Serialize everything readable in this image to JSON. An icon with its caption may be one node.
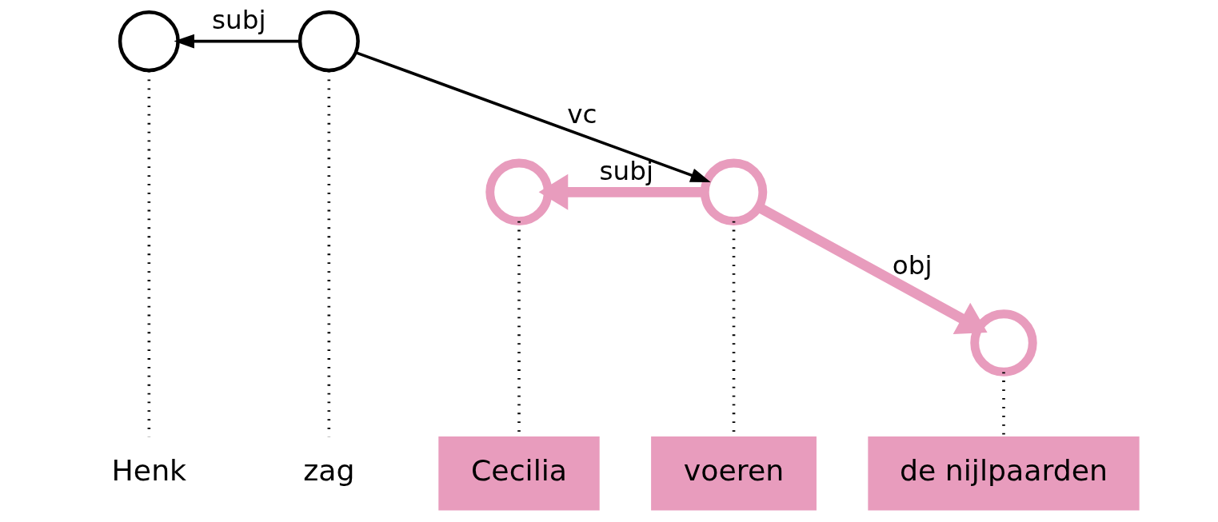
{
  "diagram": {
    "nodes": [
      {
        "text": [],
        "shape": "circle"
      },
      {
        "text": [],
        "shape": "circle"
      },
      {
        "text": [],
        "shape": "circle"
      },
      {
        "text": [],
        "shape": "circle"
      },
      {
        "text": [],
        "shape": "circle"
      },
      {
        "text": [
          "Henk"
        ]
      },
      {
        "text": [
          "Cecilia"
        ]
      },
      {
        "text": [
          "de nijlpaarden"
        ]
      },
      {
        "text": [
          "zag"
        ]
      },
      {
        "text": [
          "voeren"
        ]
      }
    ],
    "edges": [
      {
        "from": 1,
        "to": 0,
        "arrow": "to",
        "label": "subj"
      },
      {
        "from": 1,
        "to": 3,
        "arrow": "to",
        "label": "vc"
      },
      {
        "from": 3,
        "to": 2,
        "arrow": "to",
        "label": "subj",
        "style": "thick",
        "color": "#e89cbd"
      },
      {
        "from": 3,
        "to": 4,
        "arrow": "to",
        "label": "obj",
        "style": "thick",
        "color": "#e89cbd"
      },
      {
        "from": 0,
        "to": 5,
        "arrow": "none",
        "style": "dashed"
      },
      {
        "from": 1,
        "to": 8,
        "arrow": "none",
        "style": "dashed"
      },
      {
        "from": 2,
        "to": 6,
        "arrow": "none",
        "style": "dashed"
      },
      {
        "from": 3,
        "to": 9,
        "arrow": "none",
        "style": "dashed"
      },
      {
        "from": 4,
        "to": 7,
        "arrow": "none",
        "style": "dashed"
      }
    ]
  }
}
